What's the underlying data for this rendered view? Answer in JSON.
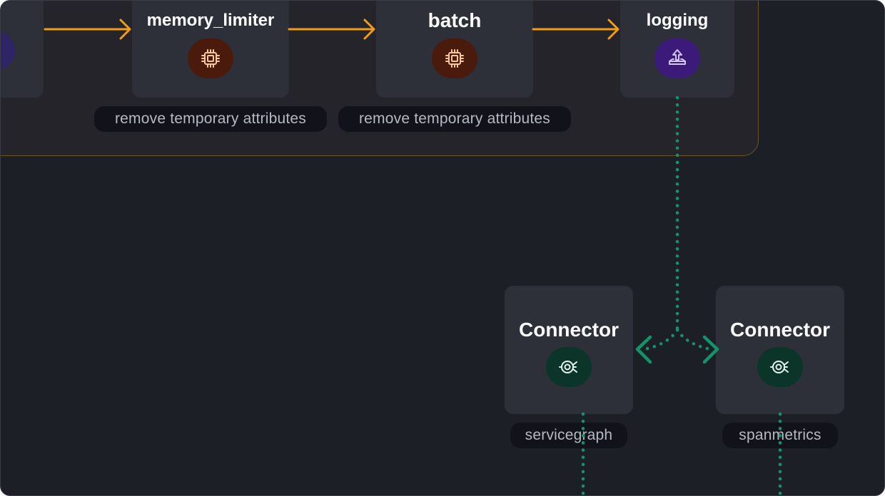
{
  "colors": {
    "canvas_bg": "#1d1f27",
    "group_bg": "#25242a",
    "group_border": "#6b5325",
    "node_bg": "#2e3039",
    "processor_flow": "#f29d1a",
    "connector_flow": "#12936a",
    "processor_icon_bg": "#4a1a0d",
    "processor_icon_fg": "#f6c89c",
    "exporter_icon_bg": "#3c1a7a",
    "exporter_icon_fg": "#d4c6ff",
    "connector_icon_bg": "#0b3528",
    "connector_icon_fg": "#e6f2ee",
    "pill_bg": "#12131a",
    "pill_text": "#b6b9c4"
  },
  "nodes": {
    "memory_limiter": {
      "title": "memory_limiter",
      "icon": "cpu-chip-icon",
      "note": "remove temporary attributes"
    },
    "batch": {
      "title": "batch",
      "icon": "cpu-chip-icon",
      "note": "remove temporary attributes"
    },
    "logging": {
      "title": "logging",
      "icon": "export-arrow-icon"
    },
    "connector_1": {
      "title": "Connector",
      "icon": "connector-target-icon",
      "note": "servicegraph"
    },
    "connector_2": {
      "title": "Connector",
      "icon": "connector-target-icon",
      "note": "spanmetrics"
    }
  }
}
